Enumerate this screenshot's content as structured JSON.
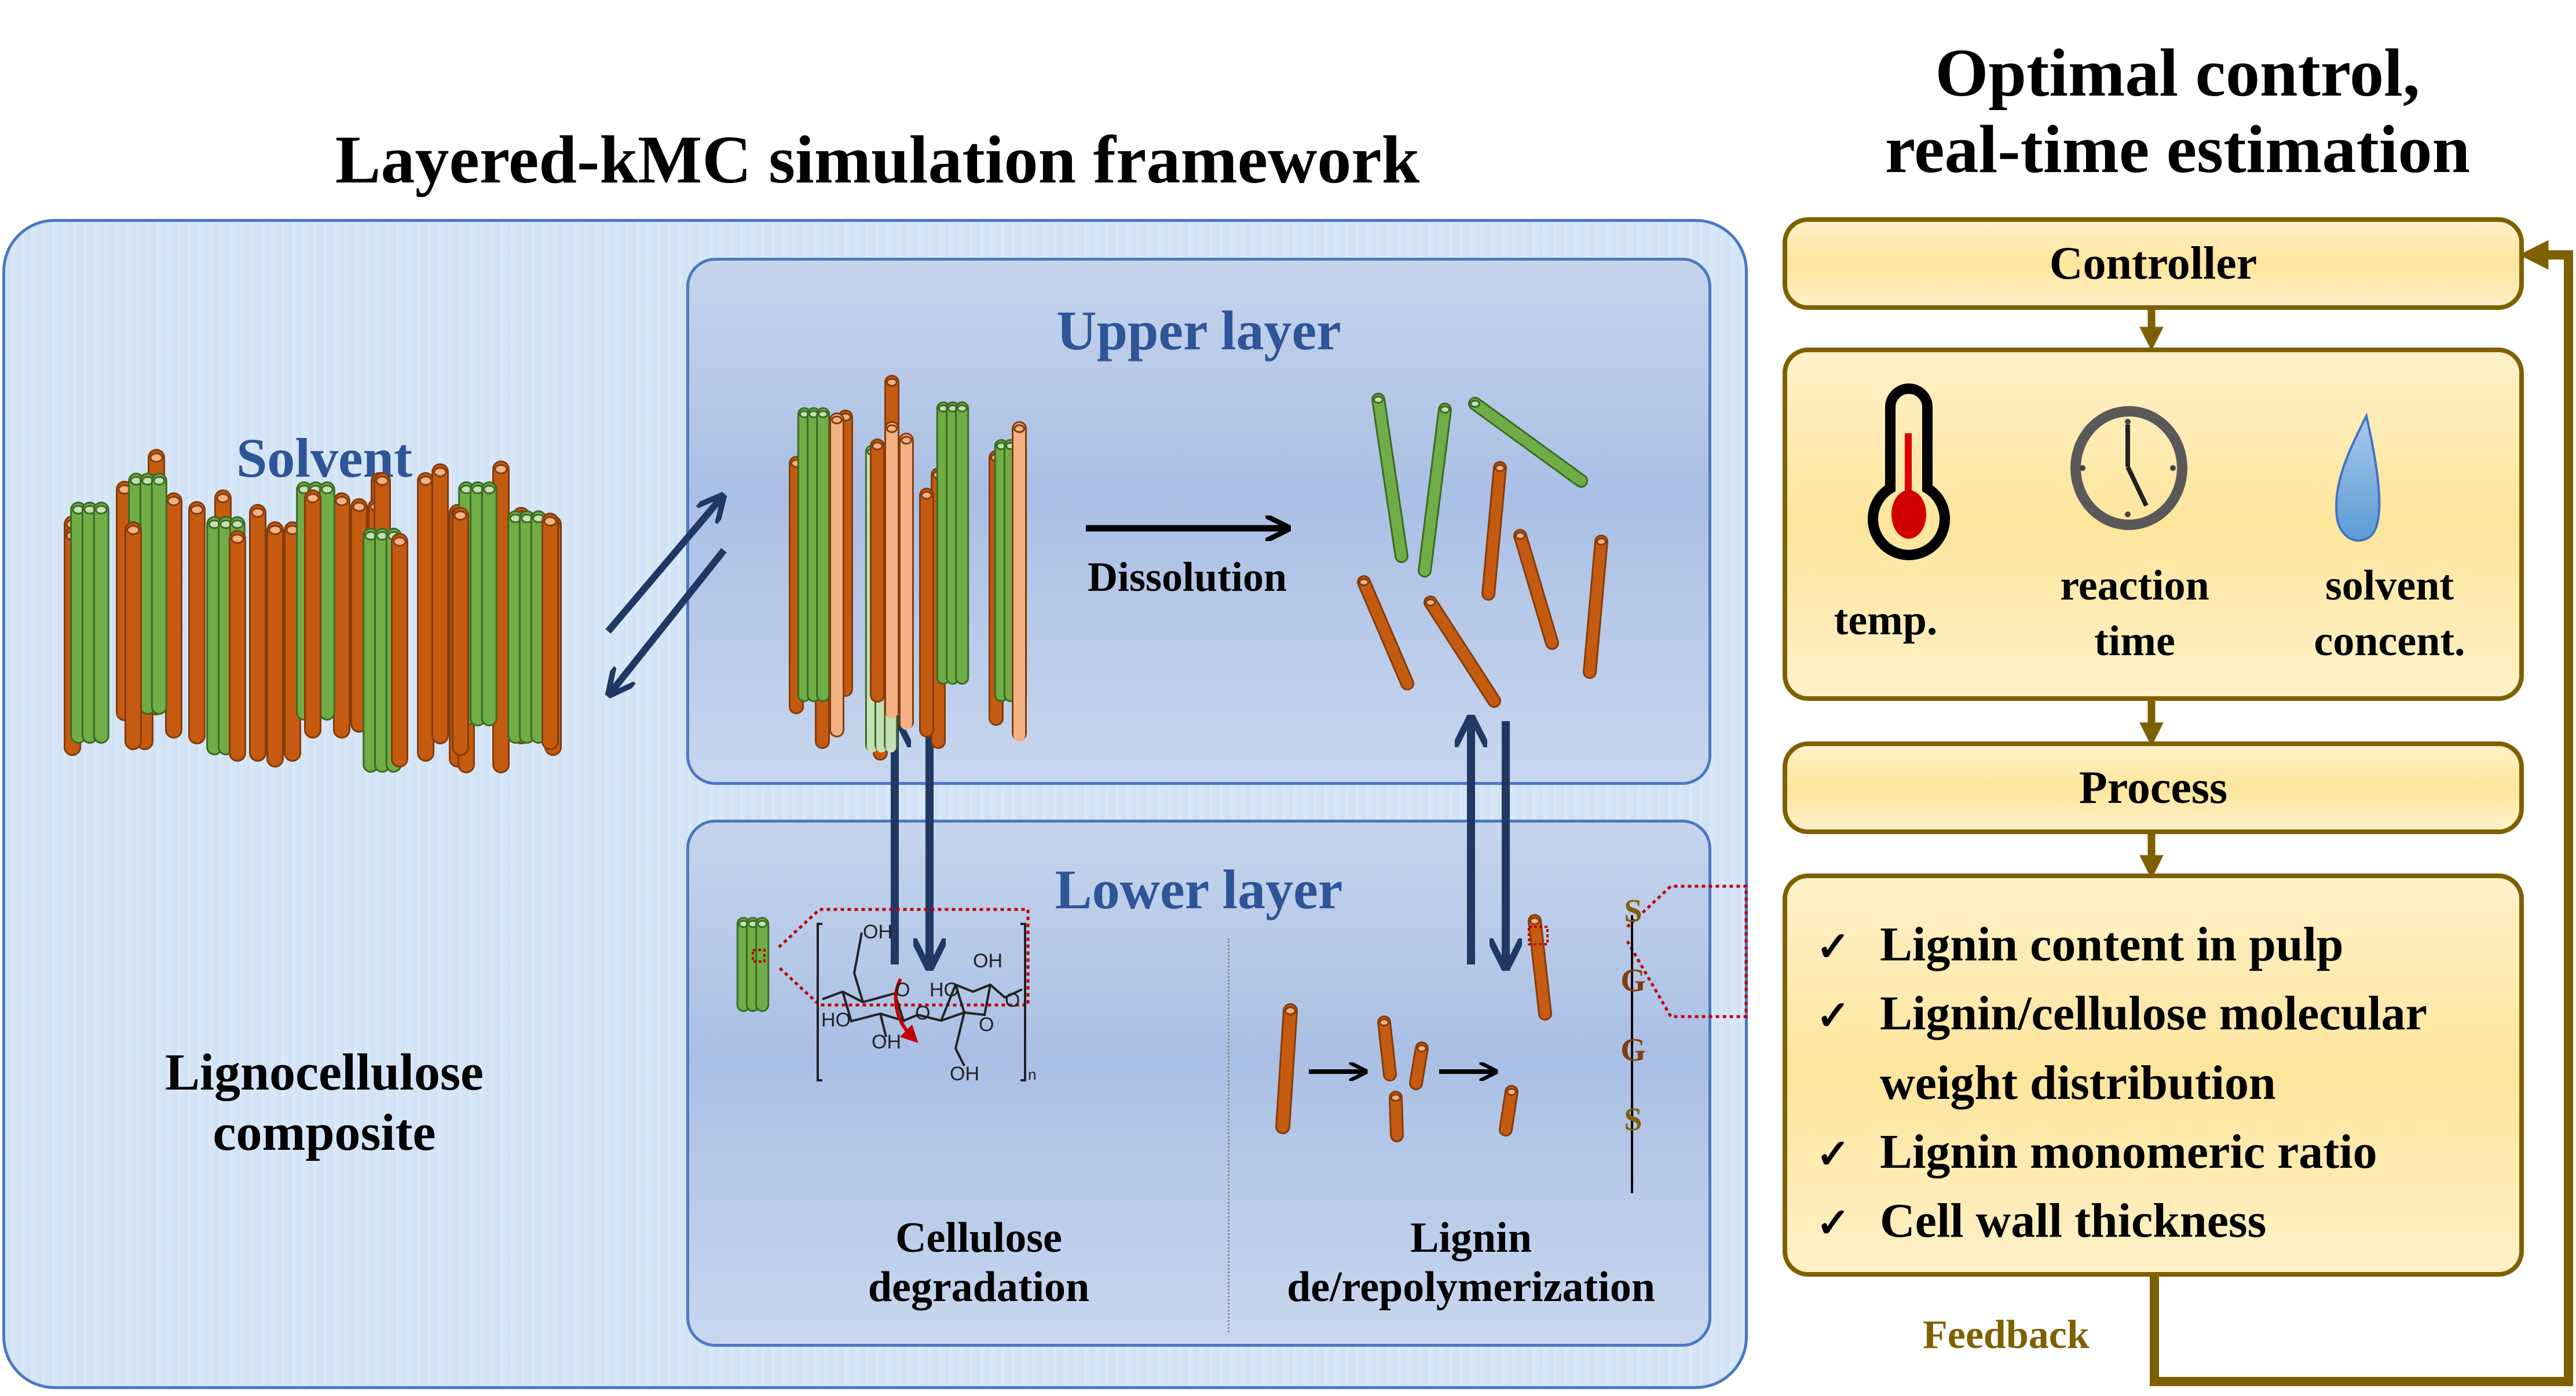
{
  "titles": {
    "main": "Layered-kMC simulation framework",
    "right_line1": "Optimal control,",
    "right_line2": "real-time estimation"
  },
  "framework": {
    "solvent_label": "Solvent",
    "composite_line1": "Lignocellulose",
    "composite_line2": "composite",
    "upper_layer": {
      "title": "Upper layer",
      "dissolution_label": "Dissolution"
    },
    "lower_layer": {
      "title": "Lower layer",
      "cellulose_line1": "Cellulose",
      "cellulose_line2": "degradation",
      "lignin_line1": "Lignin",
      "lignin_line2": "de/repolymerization",
      "monomer_chain": [
        "S",
        "G",
        "G",
        "S"
      ],
      "molecule_labels": {
        "oh_top": "OH",
        "o_ring1": "O",
        "ho_left": "HO",
        "oh_bottom1": "OH",
        "o_link": "O",
        "ho_ring2": "HO",
        "oh_ring2_top": "OH",
        "o_ring2": "O",
        "o_right": "O",
        "oh_bottom2": "OH",
        "subscript": "n"
      }
    }
  },
  "control": {
    "controller_title": "Controller",
    "inputs": [
      {
        "icon": "thermometer-icon",
        "label_line1": "temp.",
        "label_line2": ""
      },
      {
        "icon": "clock-icon",
        "label_line1": "reaction",
        "label_line2": "time"
      },
      {
        "icon": "droplet-icon",
        "label_line1": "solvent",
        "label_line2": "concent."
      }
    ],
    "process_title": "Process",
    "check_glyph": "✓",
    "outputs": [
      "Lignin content in pulp",
      "Lignin/cellulose molecular",
      "weight distribution",
      "Lignin monomeric ratio",
      "Cell wall thickness"
    ],
    "feedback_label": "Feedback"
  },
  "colors": {
    "lignin": "#c55a11",
    "cellulose": "#70ad47",
    "frame_blue": "#4a78c4",
    "title_blue": "#2e5597",
    "arrow_navy": "#1f3864",
    "control_brown": "#7f6000",
    "highlight_red": "#c00000",
    "monomer_s": "#7f6000",
    "monomer_g": "#843c0c"
  }
}
